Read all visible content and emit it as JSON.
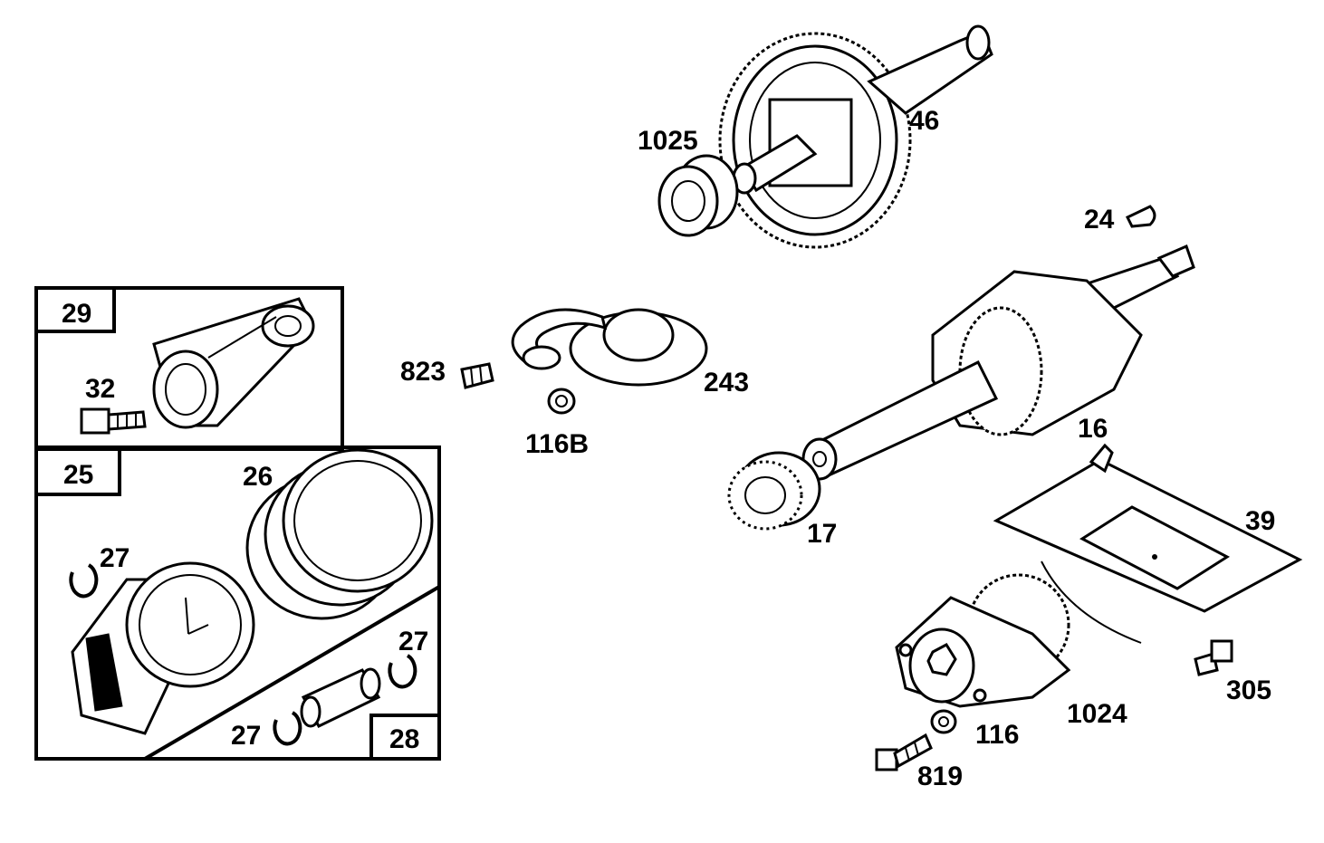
{
  "labels": {
    "camshaft": "46",
    "cam_bearing": "1025",
    "key": "24",
    "crankshaft": "16",
    "main_bearing": "17",
    "oil_slinger_screen": "243",
    "plug": "823",
    "washer_top": "116B",
    "baffle": "39",
    "oil_pump": "1024",
    "screw_baffle": "305",
    "washer_pump": "116",
    "screw_pump": "819",
    "connecting_rod_kit": "29",
    "rod_bolt": "32",
    "piston_kit": "25",
    "rings": "26",
    "retainer_a": "27",
    "retainer_b": "27",
    "retainer_c": "27",
    "pin_kit": "28"
  }
}
